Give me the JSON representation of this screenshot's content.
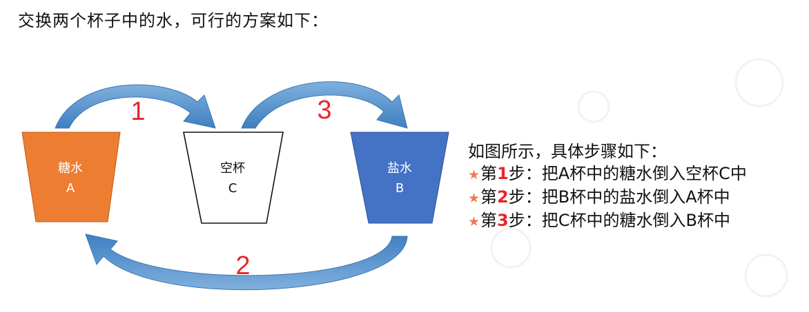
{
  "title": "交换两个杯子中的水，可行的方案如下：",
  "cups": {
    "a": {
      "line1": "糖水",
      "line2": "A",
      "fill": "#ed7d31"
    },
    "c": {
      "line1": "空杯",
      "line2": "C",
      "fill": "#ffffff"
    },
    "b": {
      "line1": "盐水",
      "line2": "B",
      "fill": "#4472c4"
    }
  },
  "arrows": {
    "n1": "1",
    "n2": "2",
    "n3": "3",
    "color": "#5b9bd5"
  },
  "steps": {
    "intro": "如图所示，具体步骤如下：",
    "items": [
      {
        "star": "★",
        "pre": "第",
        "num": "1",
        "post": "步：把A杯中的糖水倒入空杯C中"
      },
      {
        "star": "★",
        "pre": "第",
        "num": "2",
        "post": "步：把B杯中的盐水倒入A杯中"
      },
      {
        "star": "★",
        "pre": "第",
        "num": "3",
        "post": "步：把C杯中的糖水倒入B杯中"
      }
    ]
  }
}
